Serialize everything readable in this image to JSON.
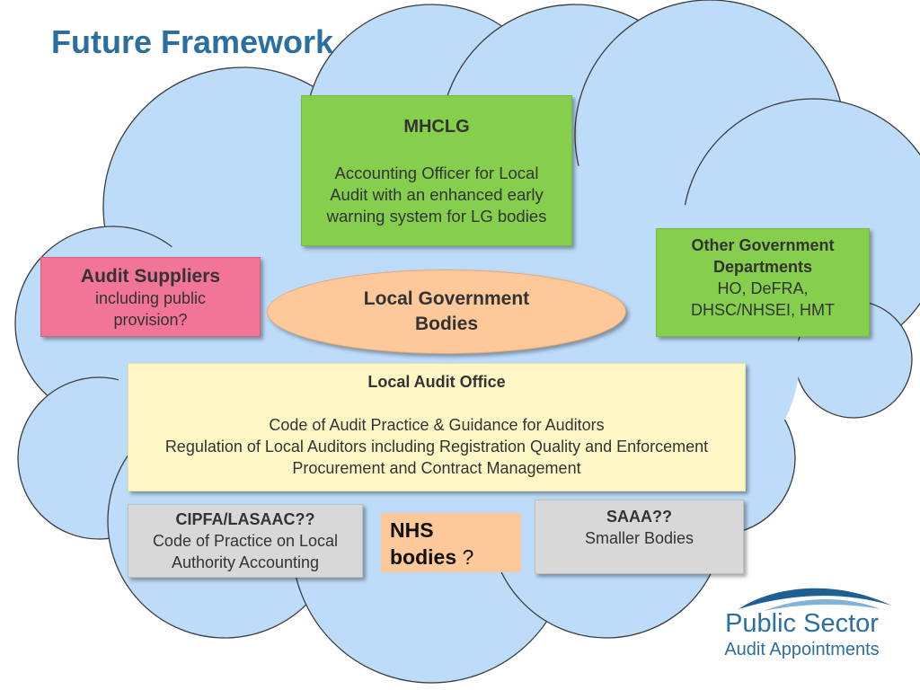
{
  "title": "Future Framework",
  "colors": {
    "cloud_fill": "#bddcfa",
    "cloud_stroke": "#3c3c3c",
    "green": "#86cf4c",
    "pink": "#f27497",
    "peach": "#fdc89a",
    "cream": "#fff8c6",
    "grey": "#d8d8d8",
    "brand_blue": "#2a6fa0"
  },
  "mhclg": {
    "heading": "MHCLG",
    "lines": [
      "Accounting Officer for Local",
      "Audit with an enhanced early",
      "warning system for LG bodies"
    ]
  },
  "other_gov": {
    "heading_lines": [
      "Other Government",
      "Departments"
    ],
    "lines": [
      "HO, DeFRA,",
      "DHSC/NHSEI, HMT"
    ]
  },
  "audit_suppliers": {
    "heading": "Audit Suppliers",
    "lines": [
      "including public",
      "provision?"
    ]
  },
  "local_gov": {
    "lines": [
      "Local Government",
      "Bodies"
    ]
  },
  "local_audit_office": {
    "heading": "Local Audit Office",
    "lines": [
      "Code of Audit Practice & Guidance for Auditors",
      "Regulation of Local Auditors including Registration Quality and Enforcement",
      "Procurement and Contract Management"
    ]
  },
  "cipfa": {
    "heading": "CIPFA/LASAAC??",
    "lines": [
      "Code of Practice on Local",
      "Authority Accounting"
    ]
  },
  "nhs": {
    "line1": "NHS",
    "line2_bold": "bodies",
    "line2_rest": " ?"
  },
  "saaa": {
    "heading": "SAAA??",
    "line": "Smaller Bodies"
  },
  "logo": {
    "line1": "Public Sector",
    "line2": "Audit Appointments",
    "icon": "wave-swoosh-icon"
  }
}
